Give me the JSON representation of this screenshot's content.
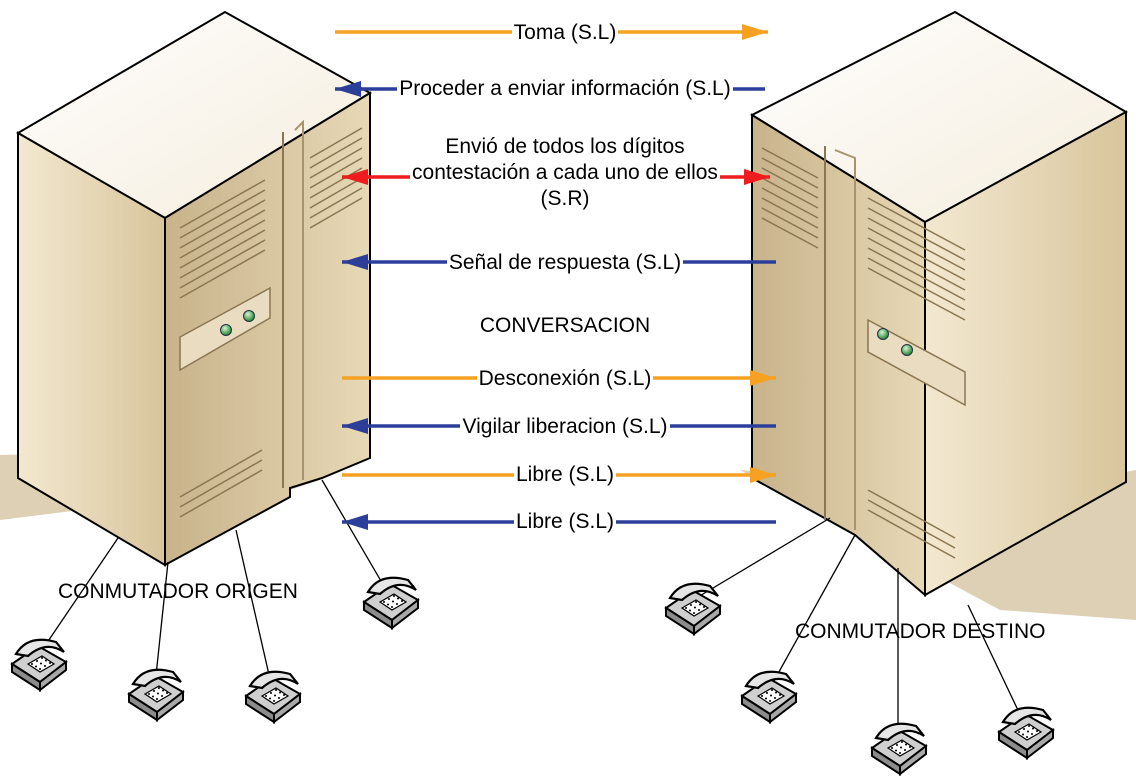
{
  "colors": {
    "orange": "#f7a123",
    "blue": "#2b3e9a",
    "red": "#ee1c1c",
    "cabinet_light": "#efe3c8",
    "cabinet_mid": "#d9c7a0",
    "cabinet_dark": "#b8a27a",
    "floor": "#ddd0b4"
  },
  "messages": [
    {
      "text": "Toma (S.L)",
      "color": "orange",
      "direction": "right"
    },
    {
      "text": "Proceder a enviar información (S.L)",
      "color": "blue",
      "direction": "left"
    },
    {
      "text": "Envió de todos los dígitos contestación a cada uno de ellos (S.R)",
      "color": "red",
      "direction": "both"
    },
    {
      "text": "Señal de respuesta (S.L)",
      "color": "blue",
      "direction": "left"
    },
    {
      "text": "CONVERSACION",
      "color": "none",
      "direction": "none"
    },
    {
      "text": "Desconexión (S.L)",
      "color": "orange",
      "direction": "right"
    },
    {
      "text": "Vigilar liberacion (S.L)",
      "color": "blue",
      "direction": "left"
    },
    {
      "text": "Libre  (S.L)",
      "color": "orange",
      "direction": "right"
    },
    {
      "text": "Libre  (S.L)",
      "color": "blue",
      "direction": "left"
    }
  ],
  "msg_lines": {
    "m3a": "Envió de todos los dígitos",
    "m3b": "contestación a cada uno de ellos",
    "m3c": "(S.R)"
  },
  "origin_label": "CONMUTADOR ORIGEN",
  "dest_label": "CONMUTADOR DESTINO",
  "icons": [
    "telephone-icon",
    "server-cabinet-icon"
  ]
}
